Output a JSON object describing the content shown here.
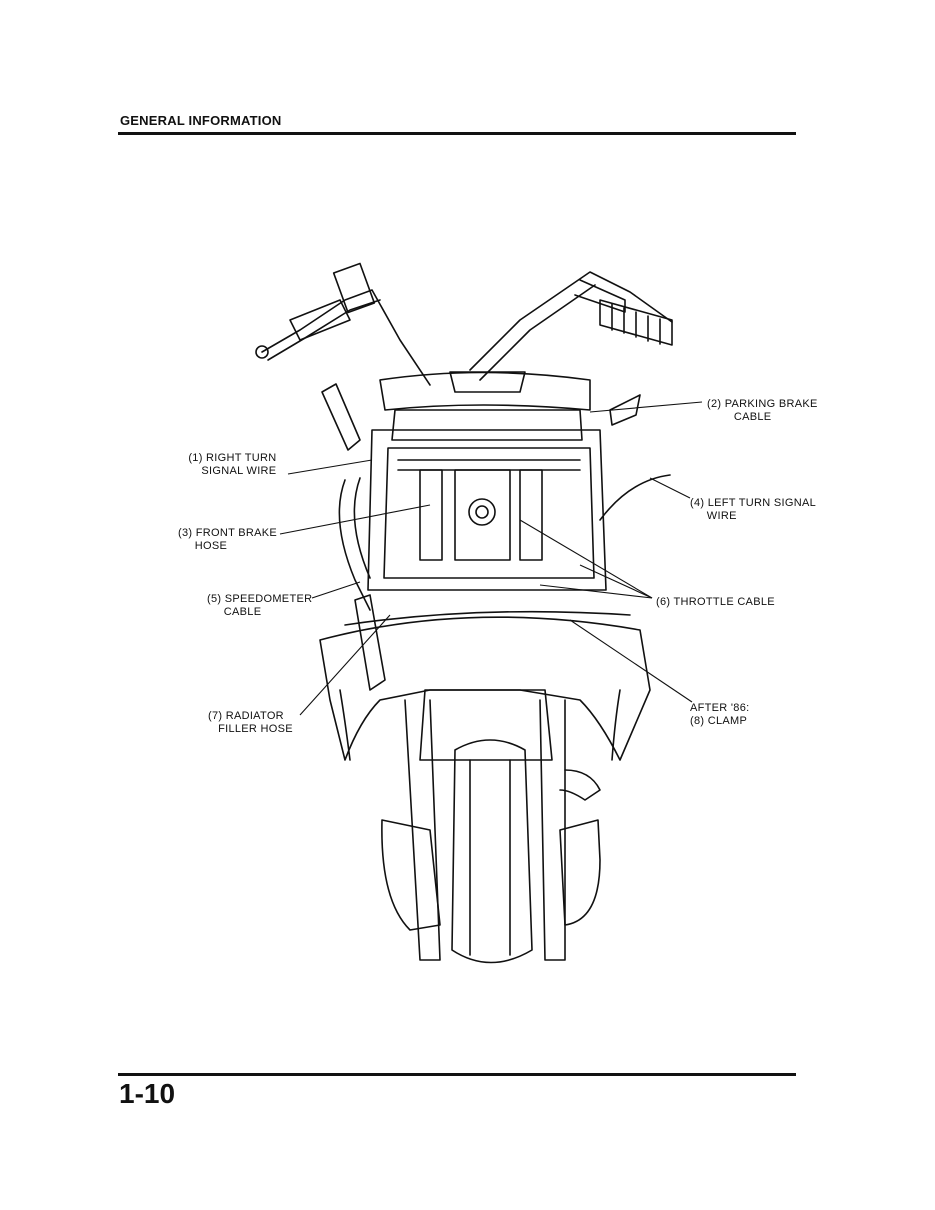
{
  "header": {
    "title": "GENERAL INFORMATION"
  },
  "figure": {
    "callouts": {
      "right_turn_signal_wire": "(1) RIGHT TURN\n    SIGNAL WIRE",
      "parking_brake_cable": "(2) PARKING BRAKE\n        CABLE",
      "front_brake_hose": "(3) FRONT BRAKE\n     HOSE",
      "left_turn_signal_wire": "(4) LEFT TURN SIGNAL\n     WIRE",
      "speedometer_cable": "(5) SPEEDOMETER\n     CABLE",
      "throttle_cable": "(6) THROTTLE CABLE",
      "radiator_filler_hose": "(7) RADIATOR\n   FILLER HOSE",
      "clamp": "AFTER '86:\n(8) CLAMP"
    }
  },
  "footer": {
    "page_number": "1-10"
  }
}
